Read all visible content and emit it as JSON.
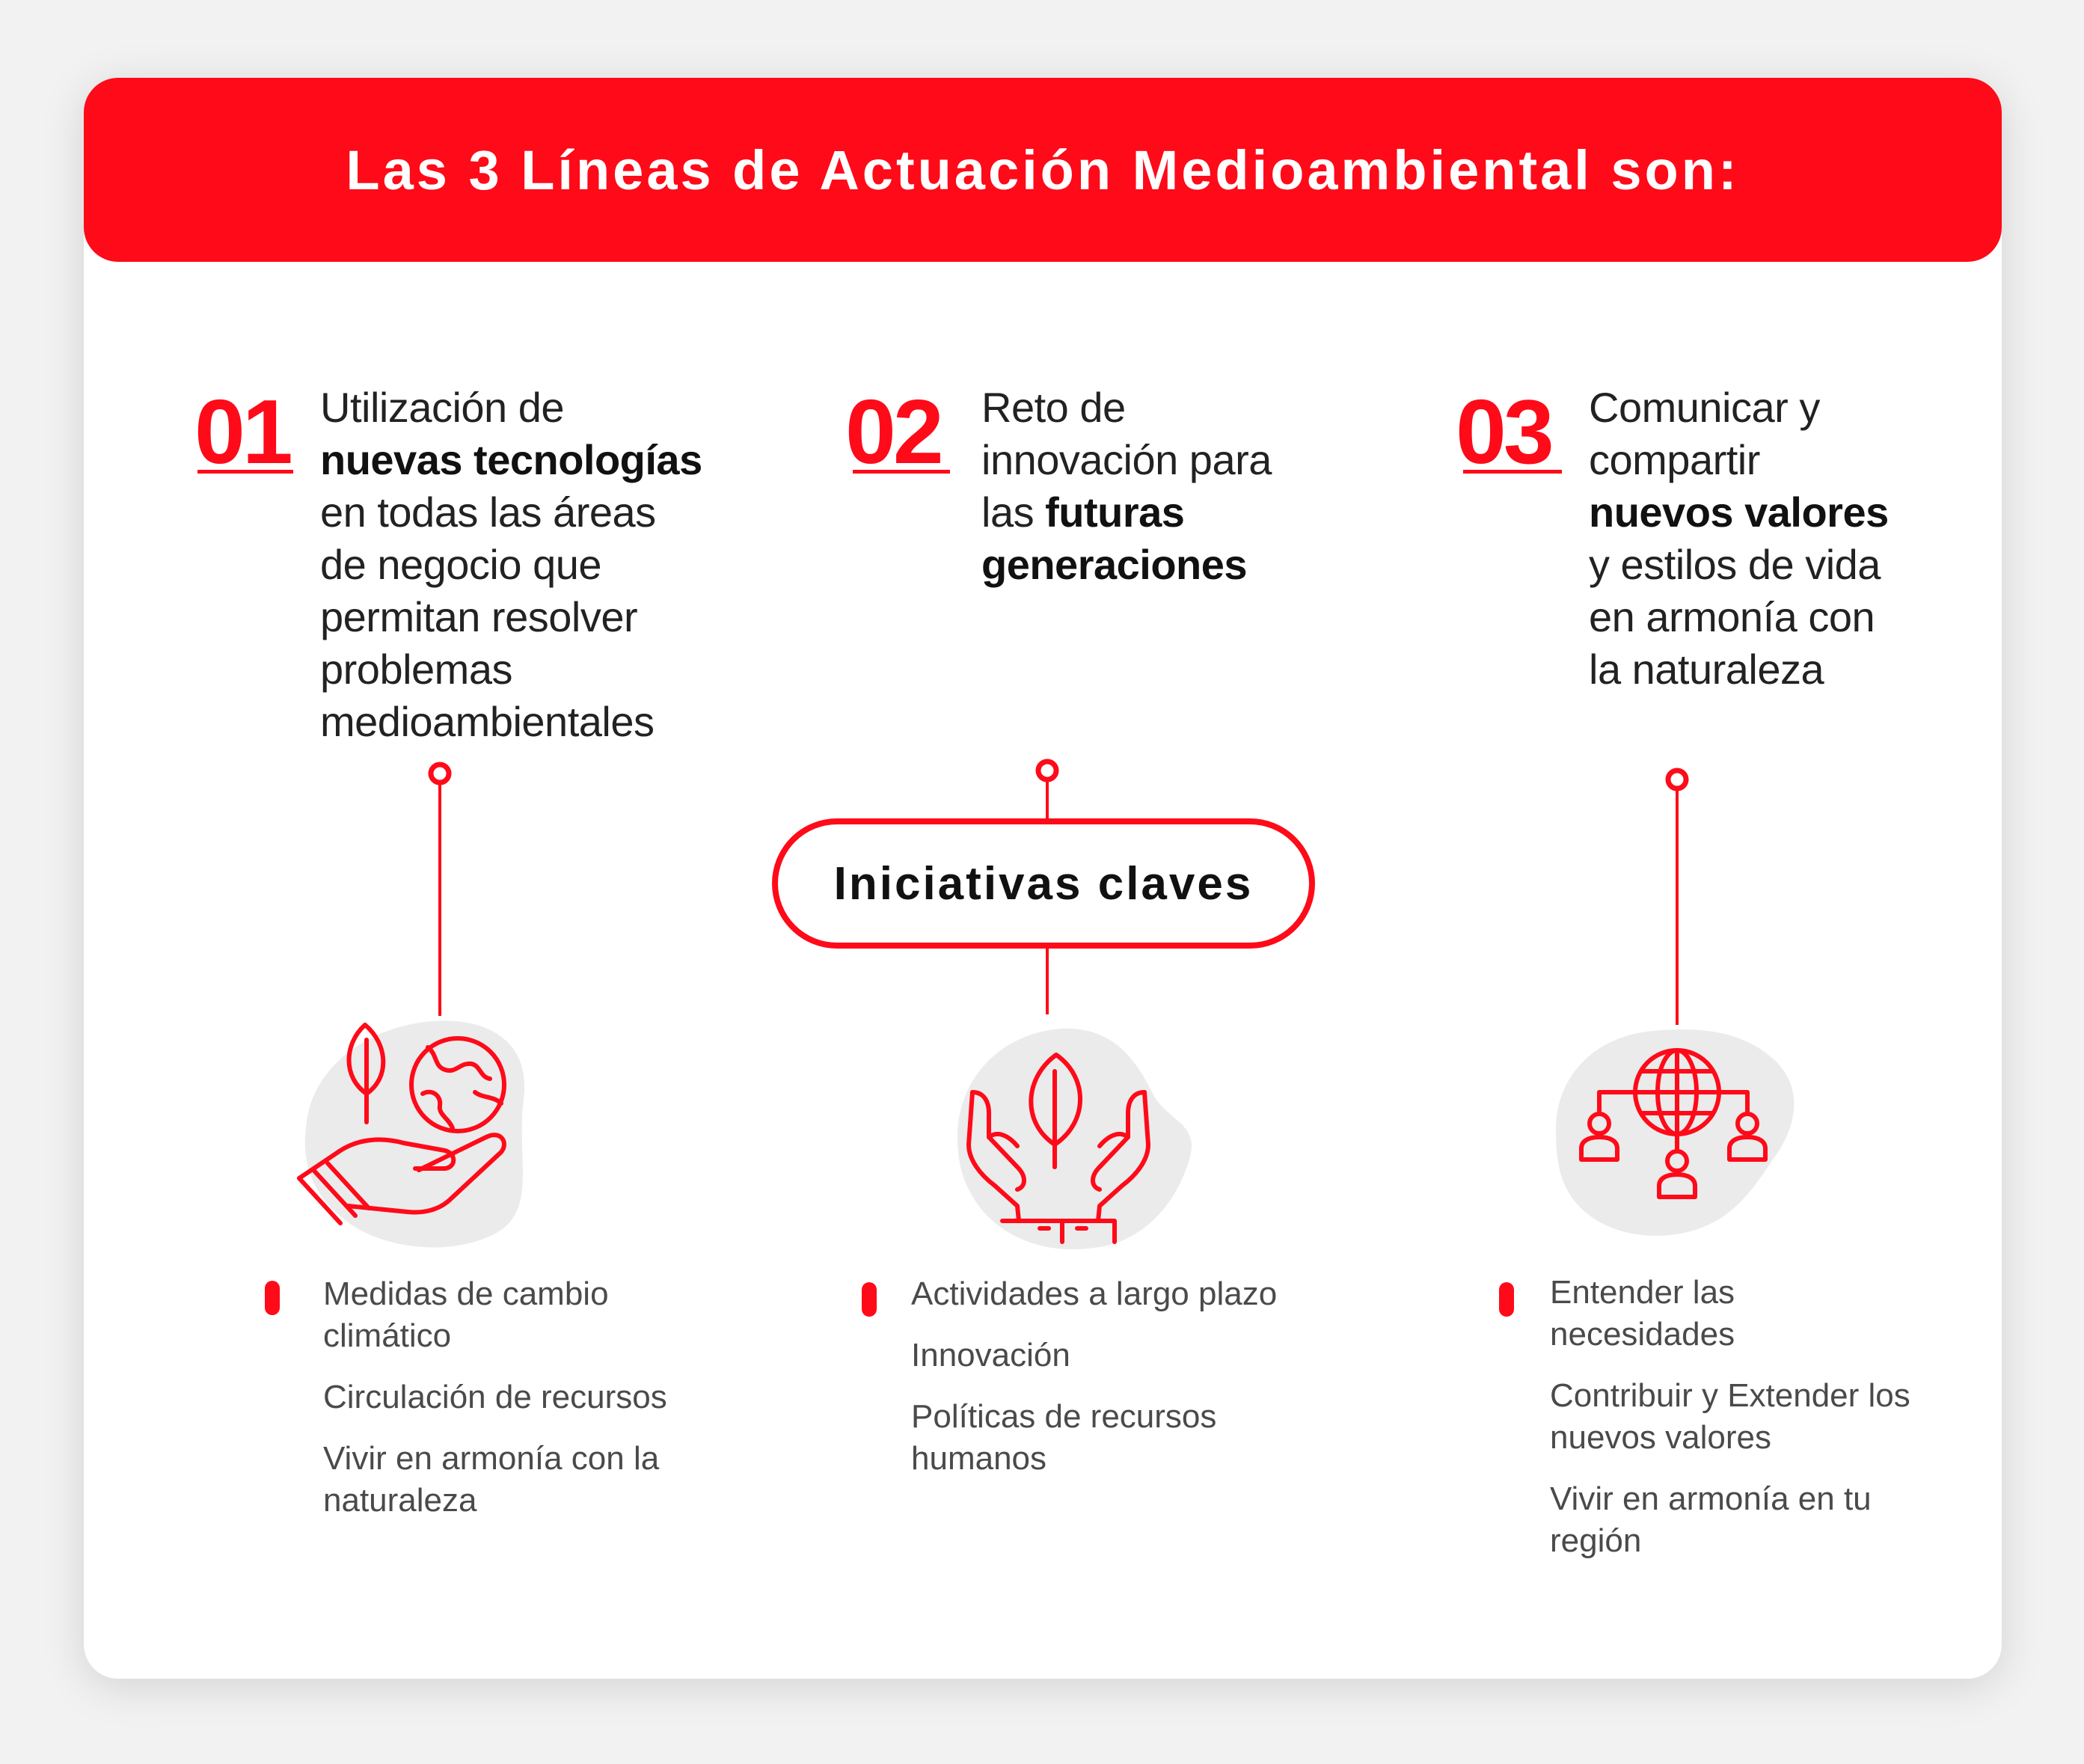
{
  "header": {
    "title": "Las 3 Líneas de Actuación Medioambiental son:"
  },
  "center": {
    "label": "Iniciativas claves"
  },
  "colors": {
    "accent": "#ff0a19",
    "blob": "#ebebeb",
    "text": "#222222",
    "muted": "#4a4a4a"
  },
  "lines": [
    {
      "number": "01",
      "description": [
        {
          "text": "Utilización de"
        },
        {
          "text": "nuevas tecnologías",
          "bold": true
        },
        {
          "text": "en todas las áreas"
        },
        {
          "text": "de negocio que"
        },
        {
          "text": "permitan resolver"
        },
        {
          "text": "problemas"
        },
        {
          "text": "medioambientales"
        }
      ],
      "icon": "leaf-globe-in-hand-icon",
      "items": [
        "Medidas de cambio climático",
        "Circulación de recursos",
        "Vivir en armonía con la naturaleza"
      ]
    },
    {
      "number": "02",
      "description": [
        {
          "text": "Reto de"
        },
        {
          "text": "innovación para"
        },
        {
          "text": "las ",
          "inline_bold": "futuras"
        },
        {
          "text": "generaciones",
          "bold": true
        }
      ],
      "icon": "hands-holding-leaf-icon",
      "items": [
        "Actividades a largo plazo",
        "Innovación",
        "Políticas de recursos humanos"
      ]
    },
    {
      "number": "03",
      "description": [
        {
          "text": "Comunicar y"
        },
        {
          "text": "compartir"
        },
        {
          "text": "nuevos valores",
          "bold": true
        },
        {
          "text": "y estilos de vida"
        },
        {
          "text": "en armonía con"
        },
        {
          "text": "la naturaleza"
        }
      ],
      "icon": "globe-network-people-icon",
      "items": [
        "Entender las necesidades",
        "Contribuir y Extender los nuevos valores",
        "Vivir en armonía en tu región"
      ]
    }
  ]
}
